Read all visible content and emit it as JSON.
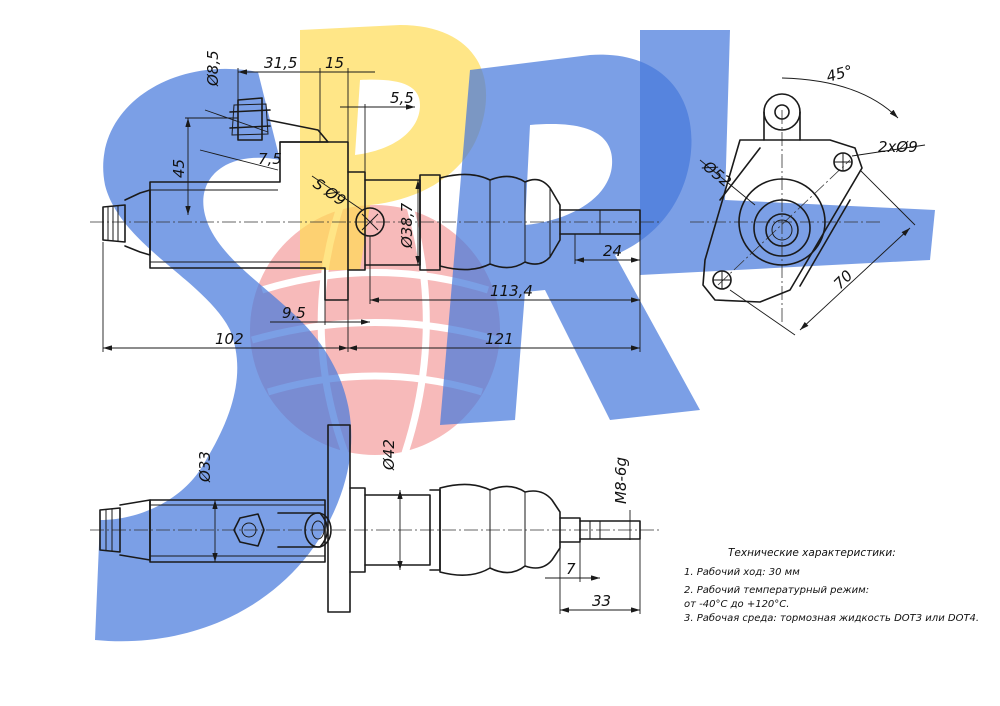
{
  "watermark": {
    "text": "SPRL",
    "blue": "#3f73d9",
    "yellow": "#ffd84a",
    "red": "#ef3b3b"
  },
  "dimensions": {
    "d_8_5": "Ø8,5",
    "l_31_5": "31,5",
    "l_15": "15",
    "l_5_5": "5,5",
    "l_7_5": "7,5",
    "l_45": "45",
    "s_9": "S Ø9",
    "d_38_7": "Ø38,7",
    "l_24": "24",
    "l_113_4": "113,4",
    "l_9_5": "9,5",
    "l_102": "102",
    "l_121": "121",
    "ang_45": "45°",
    "holes_2x9": "2хØ9",
    "d_52": "Ø52",
    "l_70": "70",
    "d_33": "Ø33",
    "d_42": "Ø42",
    "thread_m8": "М8-6g",
    "l_7": "7",
    "l_33": "33"
  },
  "notes": {
    "title": "Технические характеристики:",
    "item1": "1. Рабочий ход: 30 мм",
    "item2a": "2. Рабочий температурный режим:",
    "item2b": "от -40°С до +120°С.",
    "item3": "3. Рабочая среда: тормозная жидкость DOT3 или DOT4."
  }
}
